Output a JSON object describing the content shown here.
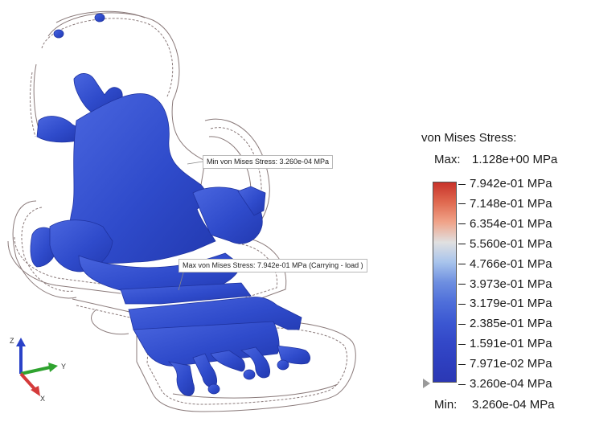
{
  "probes": {
    "min_label": "Min von Mises Stress: 3.260e-04 MPa",
    "max_label": "Max von Mises Stress: 7.942e-01 MPa (Carrying - load )"
  },
  "legend": {
    "title": "von Mises Stress:",
    "max_key": "Max:",
    "max_value": "1.128e+00 MPa",
    "min_key": "Min:",
    "min_value": "3.260e-04 MPa",
    "ticks": [
      "7.942e-01 MPa",
      "7.148e-01 MPa",
      "6.354e-01 MPa",
      "5.560e-01 MPa",
      "4.766e-01 MPa",
      "3.973e-01 MPa",
      "3.179e-01 MPa",
      "2.385e-01 MPa",
      "1.591e-01 MPa",
      "7.971e-02 MPa",
      "3.260e-04 MPa"
    ],
    "colors": [
      "#c8322a",
      "#e06a50",
      "#f0a48a",
      "#e0e0e0",
      "#a8c4ec",
      "#6e8fe0",
      "#4f6fda",
      "#3c58d2",
      "#3348c8",
      "#2e3fbf",
      "#2b38b4"
    ]
  },
  "triad": {
    "z": "Z",
    "y": "Y",
    "x": "X"
  },
  "model": {
    "part_color": "#3553cf",
    "wire_color": "#8a7a7a"
  }
}
